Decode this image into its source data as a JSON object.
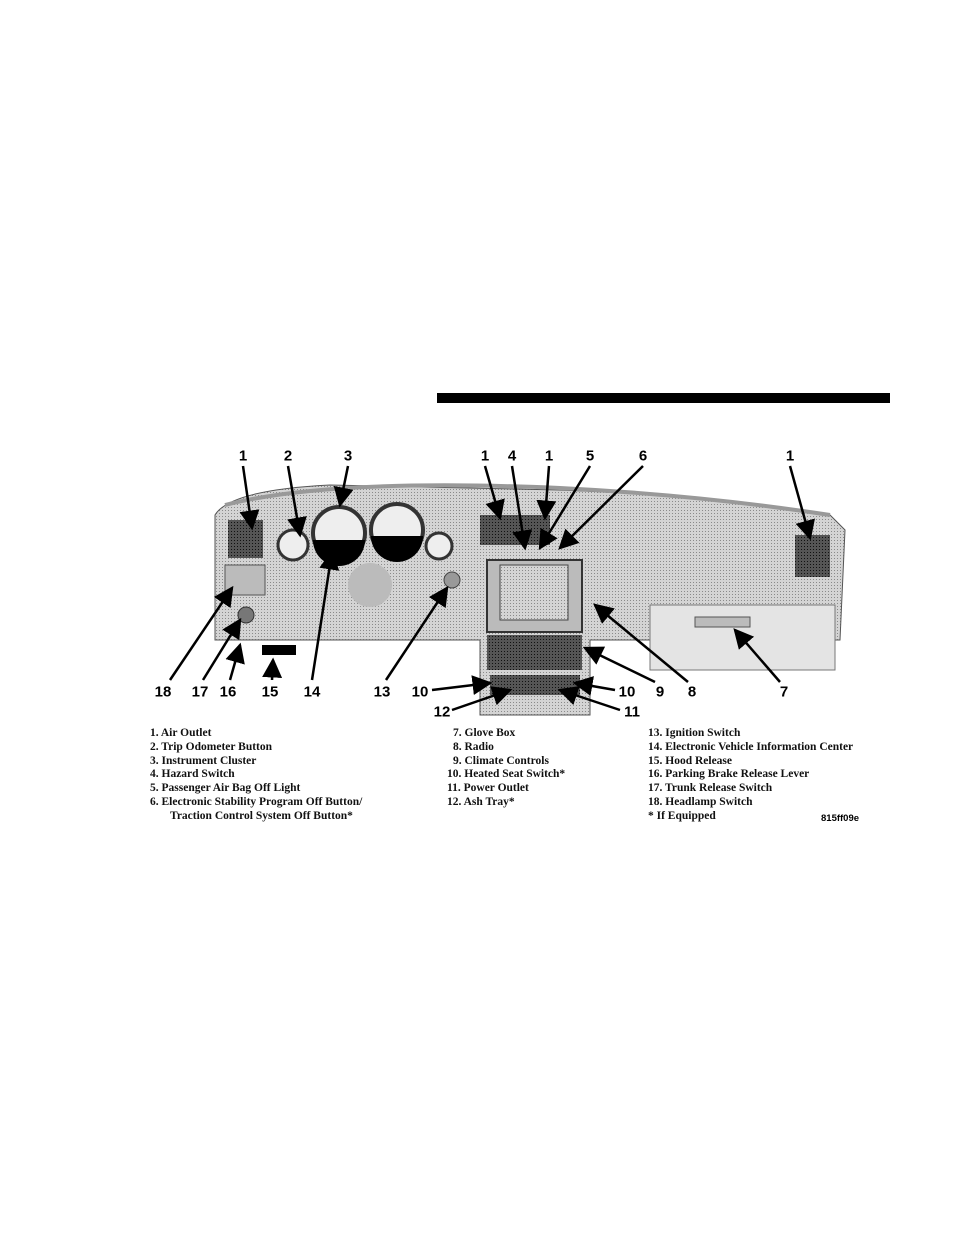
{
  "figure": {
    "callouts_top": [
      "1",
      "2",
      "3",
      "1",
      "4",
      "1",
      "5",
      "6",
      "1"
    ],
    "callouts_bottom": [
      "18",
      "17",
      "16",
      "15",
      "14",
      "13",
      "10",
      "12",
      "11",
      "10",
      "9",
      "8",
      "7"
    ],
    "figure_id": "815ff09e"
  },
  "legend": {
    "col1": [
      "1. Air Outlet",
      "2. Trip Odometer Button",
      "3. Instrument Cluster",
      "4. Hazard Switch",
      "5. Passenger Air Bag Off Light",
      "6. Electronic Stability Program Off Button/",
      "Traction Control System Off Button*"
    ],
    "col2": [
      "7. Glove Box",
      "8. Radio",
      "9. Climate Controls",
      "10. Heated Seat Switch*",
      "11. Power Outlet",
      "12. Ash Tray*"
    ],
    "col3": [
      "13. Ignition Switch",
      "14. Electronic Vehicle Information Center",
      "15. Hood Release",
      "16. Parking Brake Release Lever",
      "17. Trunk Release Switch",
      "18. Headlamp Switch",
      "* If Equipped"
    ]
  }
}
